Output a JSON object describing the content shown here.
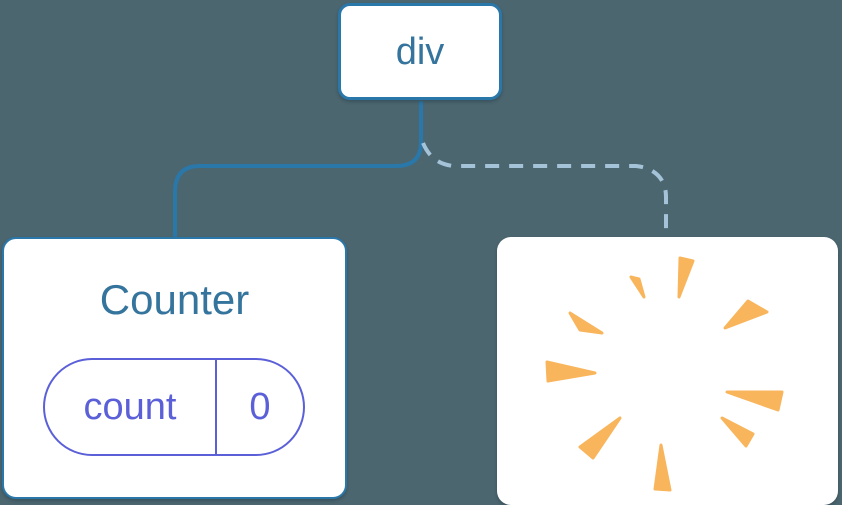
{
  "diagram": {
    "description": "component tree: div root with one kept child (Counter with state) and one removed child (poof burst)",
    "root": {
      "label": "div"
    },
    "counter": {
      "title": "Counter",
      "state": {
        "name": "count",
        "value": "0"
      }
    },
    "removed": {
      "icon": "poof-burst-icon"
    },
    "connectors": [
      {
        "from": "div",
        "to": "Counter",
        "style": "solid"
      },
      {
        "from": "div",
        "to": "removed-node",
        "style": "dashed"
      }
    ]
  },
  "colors": {
    "bg": "#4C6670",
    "line_blue": "#2A77A9",
    "line_dashed": "#A5C3D8",
    "node_fill": "#FFFFFF",
    "text_blue": "#35749C",
    "indigo": "#5B60D8",
    "orange": "#F8B55C"
  }
}
